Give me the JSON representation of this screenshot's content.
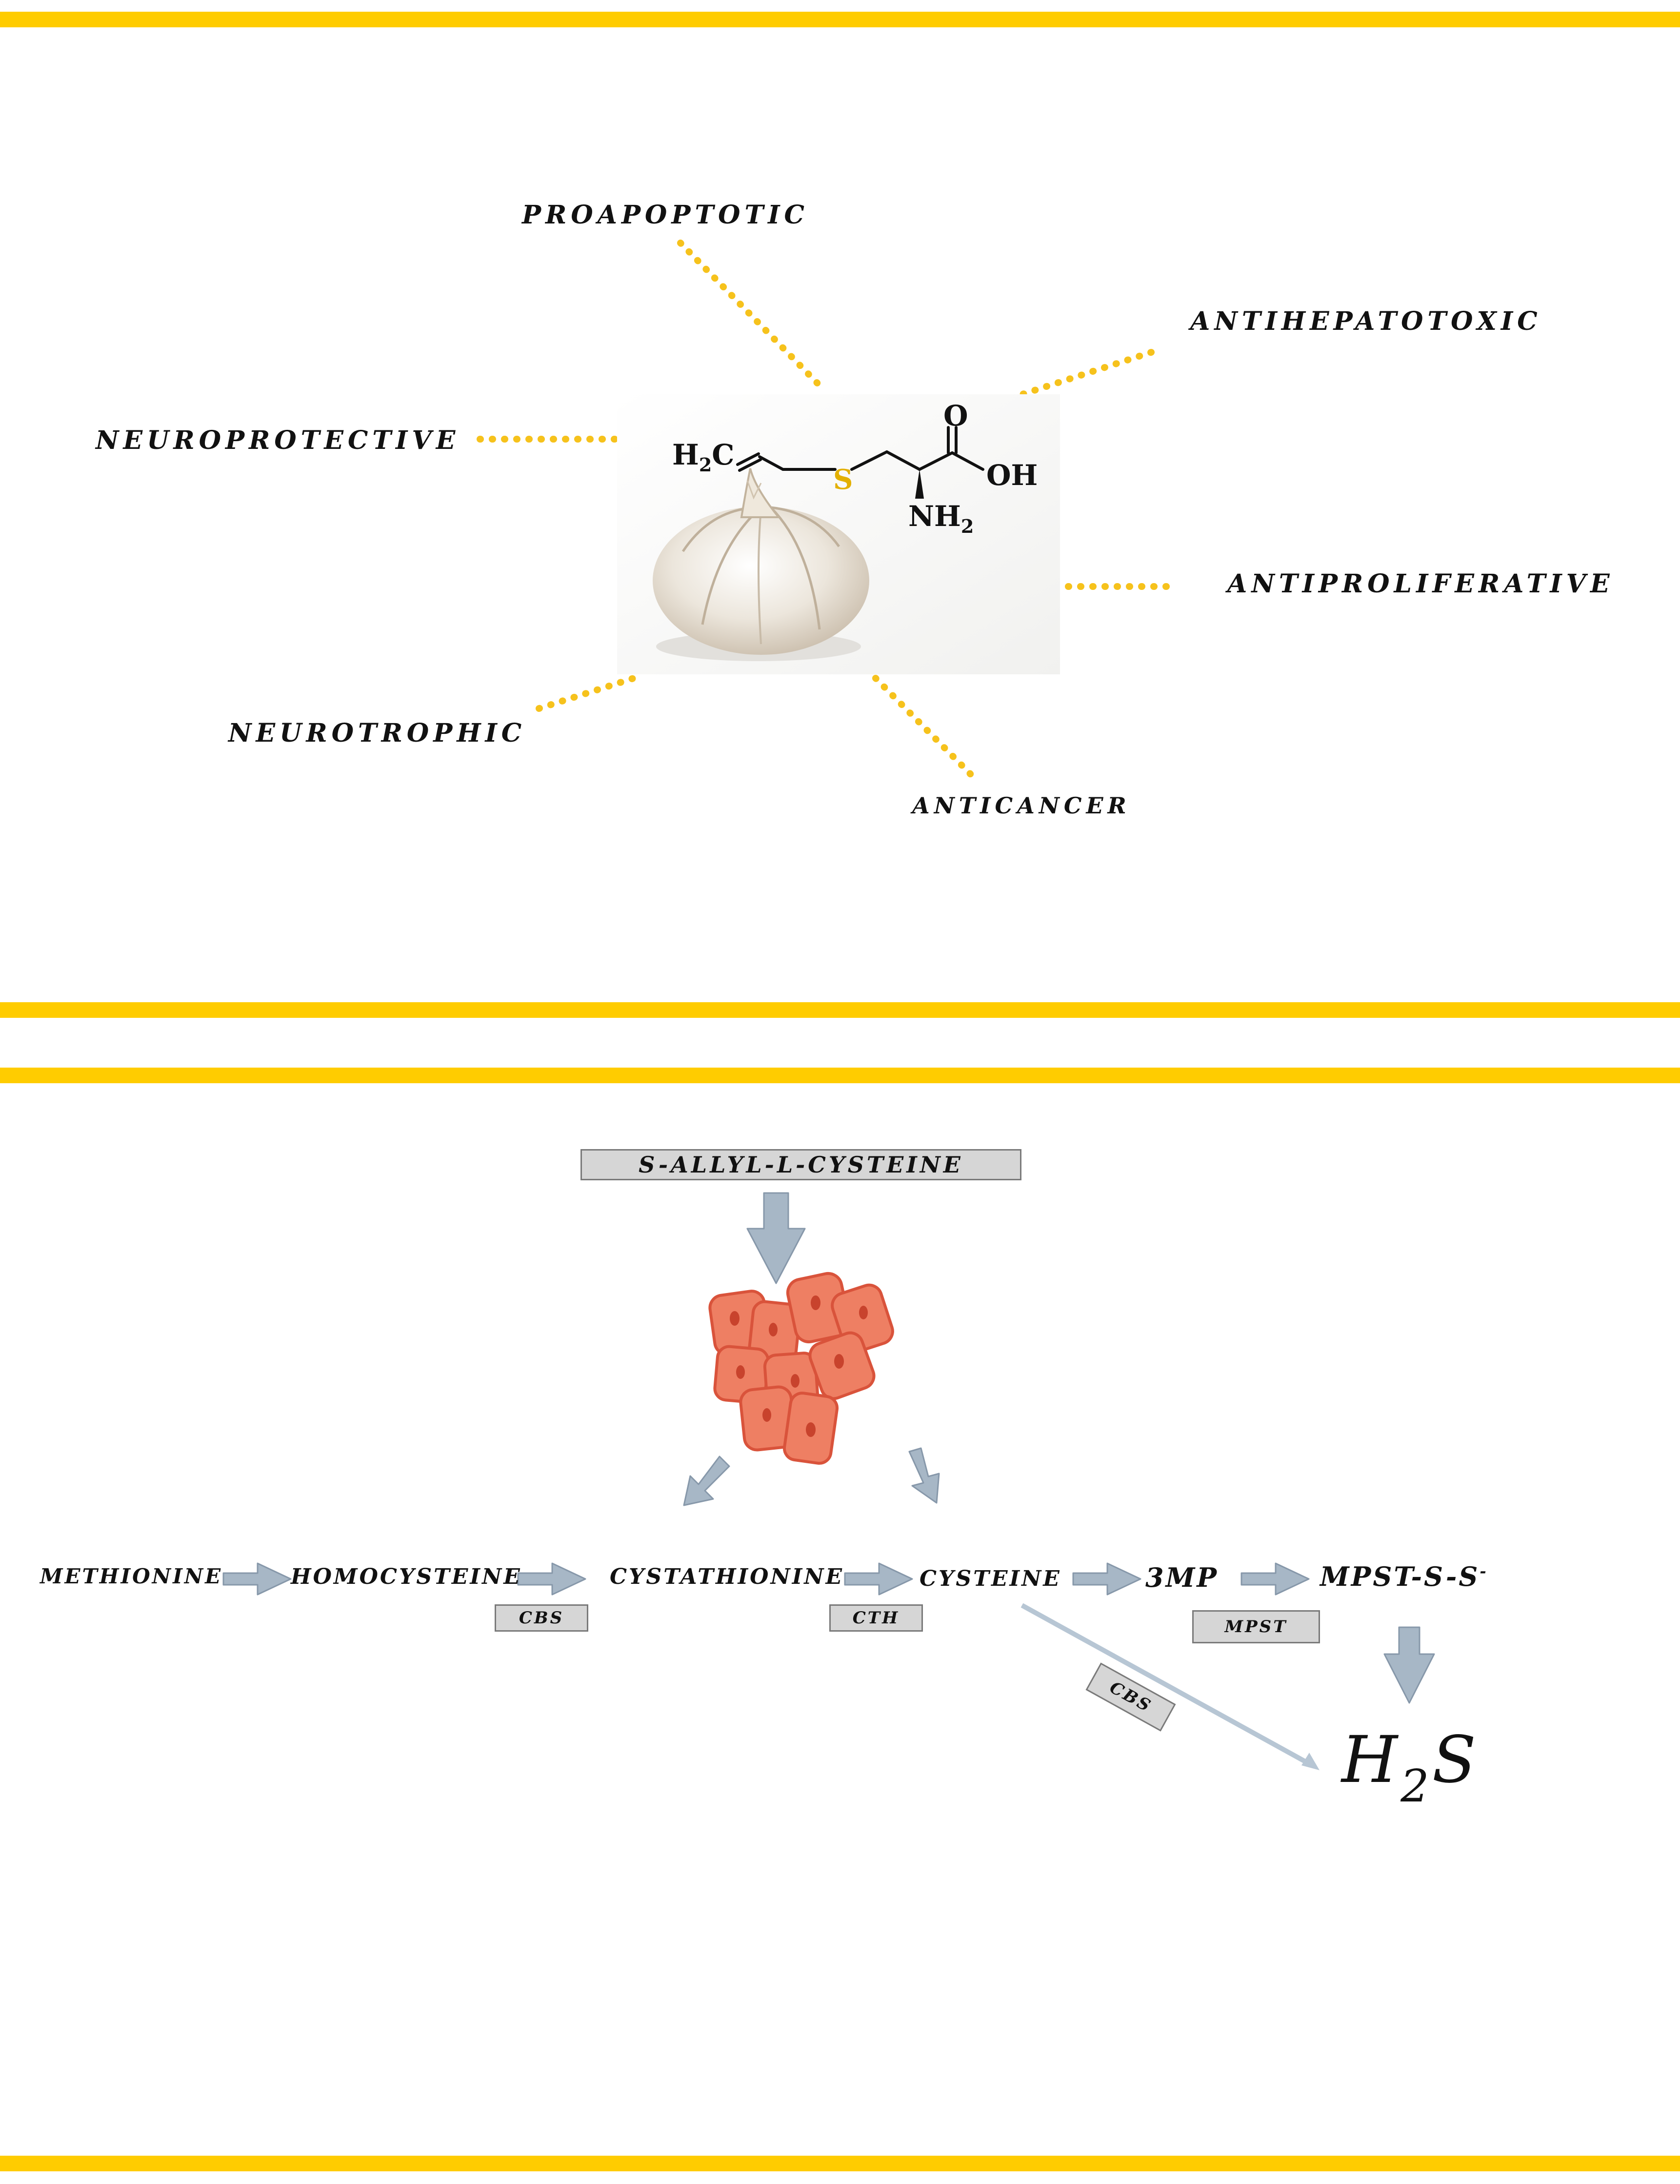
{
  "top_panel": {
    "properties": [
      "PROAPOPTOTIC",
      "ANTIHEPATOTOXIC",
      "NEUROPROTECTIVE",
      "ANTIPROLIFERATIVE",
      "NEUROTROPHIC",
      "ANTICANCER"
    ],
    "molecule": {
      "h2c": "H",
      "h2c_sub": "2",
      "h2c_c": "C",
      "sulfur": "S",
      "oxygen": "O",
      "oh": "OH",
      "nh": "NH",
      "nh_sub": "2"
    }
  },
  "bottom_panel": {
    "source": "S-ALLYL-L-CYSTEINE",
    "pathway": [
      "METHIONINE",
      "HOMOCYSTEINE",
      "CYSTATHIONINE",
      "CYSTEINE",
      "3MP",
      "MPST-S-S"
    ],
    "mpst_superscript": "-",
    "enzymes": {
      "homocysteine_to_cystathionine": "CBS",
      "cystathionine_to_cysteine": "CTH",
      "3mp_to_mpst": "MPST",
      "cysteine_to_h2s": "CBS"
    },
    "product": {
      "main": "H",
      "sub": "2",
      "tail": "S"
    }
  },
  "colors": {
    "accent_bar": "#FFCC00",
    "dots": "#F6C21C",
    "arrow": "#A7B7C6",
    "enzyme_box": "#D6D6D6",
    "cell_fill": "#EE7F63",
    "cell_outline": "#D9533B",
    "sulfur": "#E3B000"
  }
}
